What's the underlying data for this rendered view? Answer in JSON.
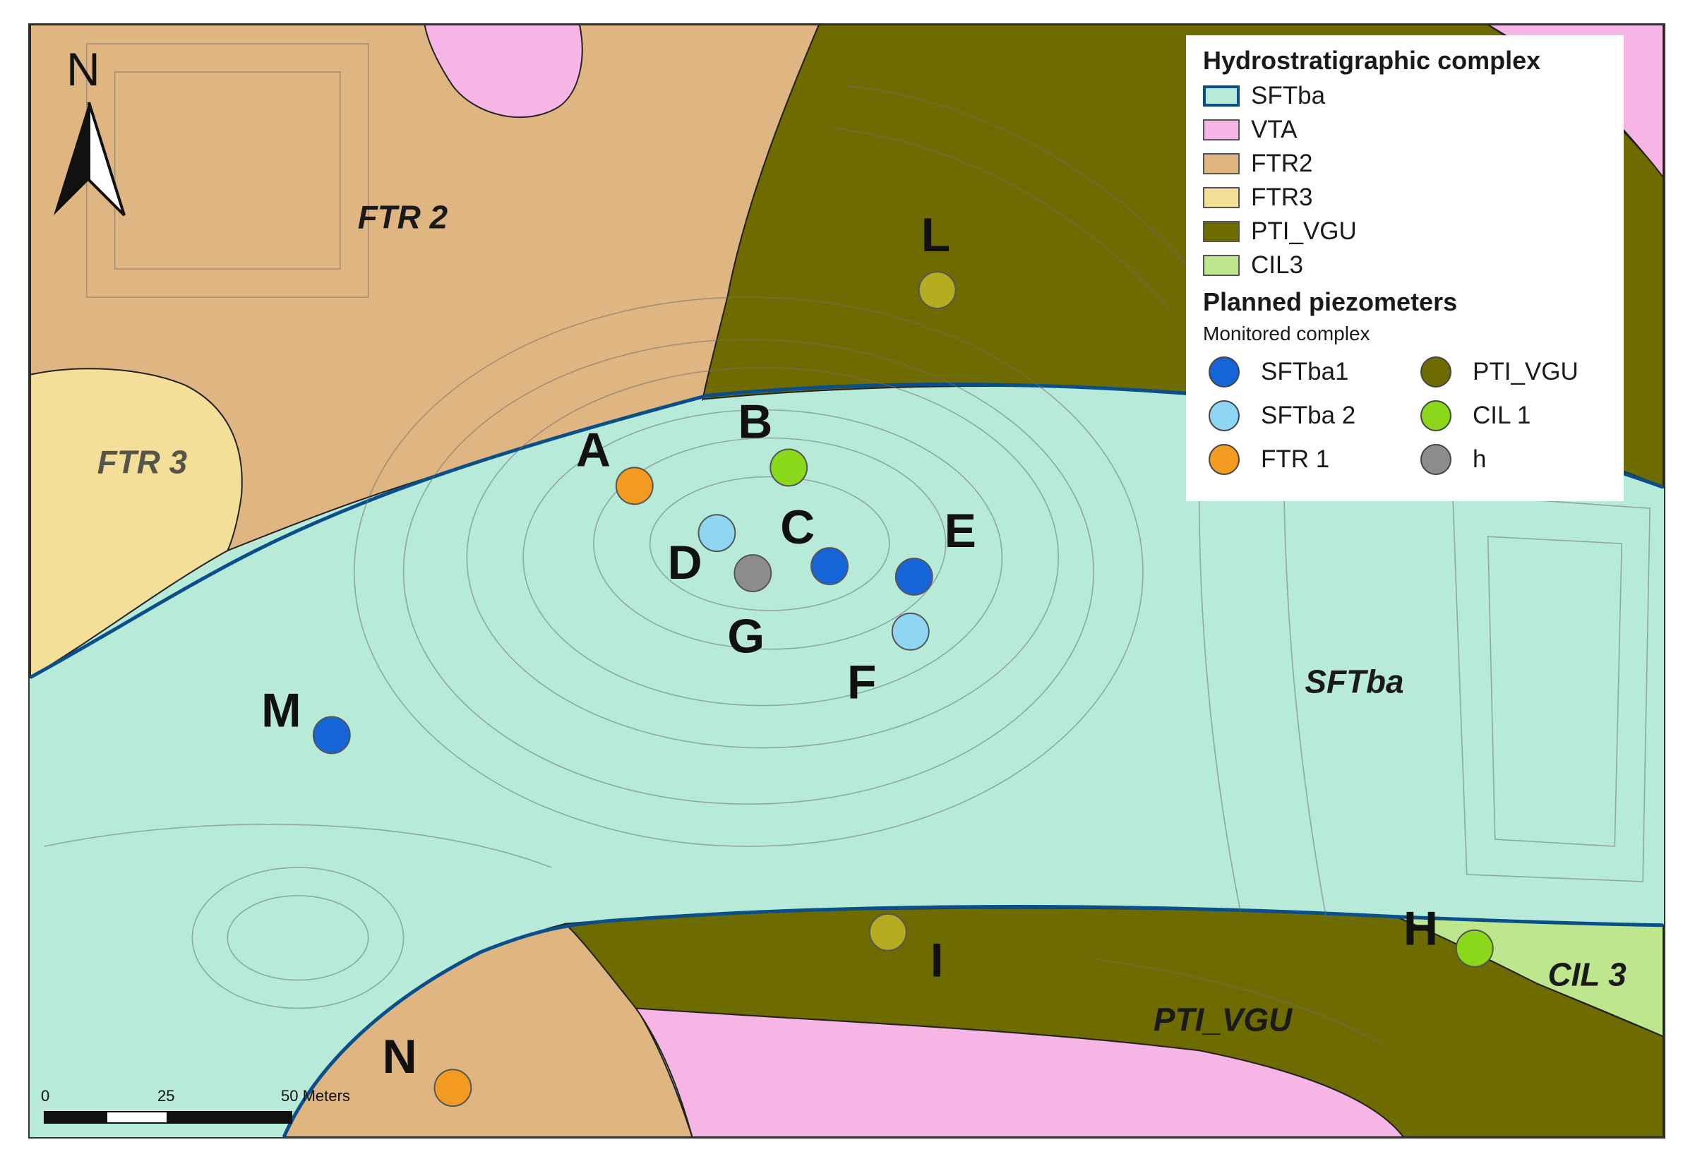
{
  "colors": {
    "SFTba": "#b8ead9",
    "SFTba_outline": "#0b4f8a",
    "VTA": "#f6b5e4",
    "FTR2": "#dfb582",
    "FTR3": "#f4df98",
    "PTI_VGU": "#6e6b00",
    "CIL3": "#bde68d"
  },
  "zone_labels": {
    "ftr2": "FTR 2",
    "ftr3": "FTR 3",
    "sftba": "SFTba",
    "pti_vgu": "PTI_VGU",
    "cil3": "CIL 3"
  },
  "legend": {
    "title": "Hydrostratigraphic complex",
    "complexes": [
      {
        "label": "SFTba",
        "color": "#b8ead9"
      },
      {
        "label": "VTA",
        "color": "#f6b5e4"
      },
      {
        "label": "FTR2",
        "color": "#dfb582"
      },
      {
        "label": "FTR3",
        "color": "#f4df98"
      },
      {
        "label": "PTI_VGU",
        "color": "#6e6b00"
      },
      {
        "label": "CIL3",
        "color": "#bde68d"
      }
    ],
    "piezometers_title": "Planned piezometers",
    "monitored_label": "Monitored complex",
    "piezometer_types": [
      {
        "label": "SFTba1",
        "color": "#1565d8",
        "icon": "dot-icon"
      },
      {
        "label": "PTI_VGU",
        "color": "#6e6b00",
        "icon": "dot-icon"
      },
      {
        "label": "SFTba 2",
        "color": "#8fd6f2",
        "icon": "dot-icon"
      },
      {
        "label": "CIL 1",
        "color": "#8ad819",
        "icon": "dot-icon"
      },
      {
        "label": "FTR 1",
        "color": "#f39b21",
        "icon": "dot-icon"
      },
      {
        "label": "h",
        "color": "#8c8c8c",
        "icon": "dot-icon"
      }
    ]
  },
  "piezometers": [
    {
      "id": "A",
      "label": "A",
      "type": "FTR 1"
    },
    {
      "id": "B",
      "label": "B",
      "type": "CIL 1"
    },
    {
      "id": "C",
      "label": "C",
      "type": "SFTba1"
    },
    {
      "id": "D",
      "label": "D",
      "type": "SFTba 2"
    },
    {
      "id": "E",
      "label": "E",
      "type": "SFTba1"
    },
    {
      "id": "F",
      "label": "F",
      "type": "SFTba 2"
    },
    {
      "id": "G",
      "label": "G",
      "type": "h"
    },
    {
      "id": "H",
      "label": "H",
      "type": "CIL 1"
    },
    {
      "id": "I",
      "label": "I",
      "type": "PTI_VGU"
    },
    {
      "id": "L",
      "label": "L",
      "type": "PTI_VGU"
    },
    {
      "id": "M",
      "label": "M",
      "type": "SFTba1"
    },
    {
      "id": "N",
      "label": "N",
      "type": "FTR 1"
    }
  ],
  "north_arrow": {
    "letter": "N",
    "icon": "north-arrow-icon"
  },
  "scale_bar": {
    "ticks": [
      "0",
      "25",
      "50 Meters"
    ]
  }
}
